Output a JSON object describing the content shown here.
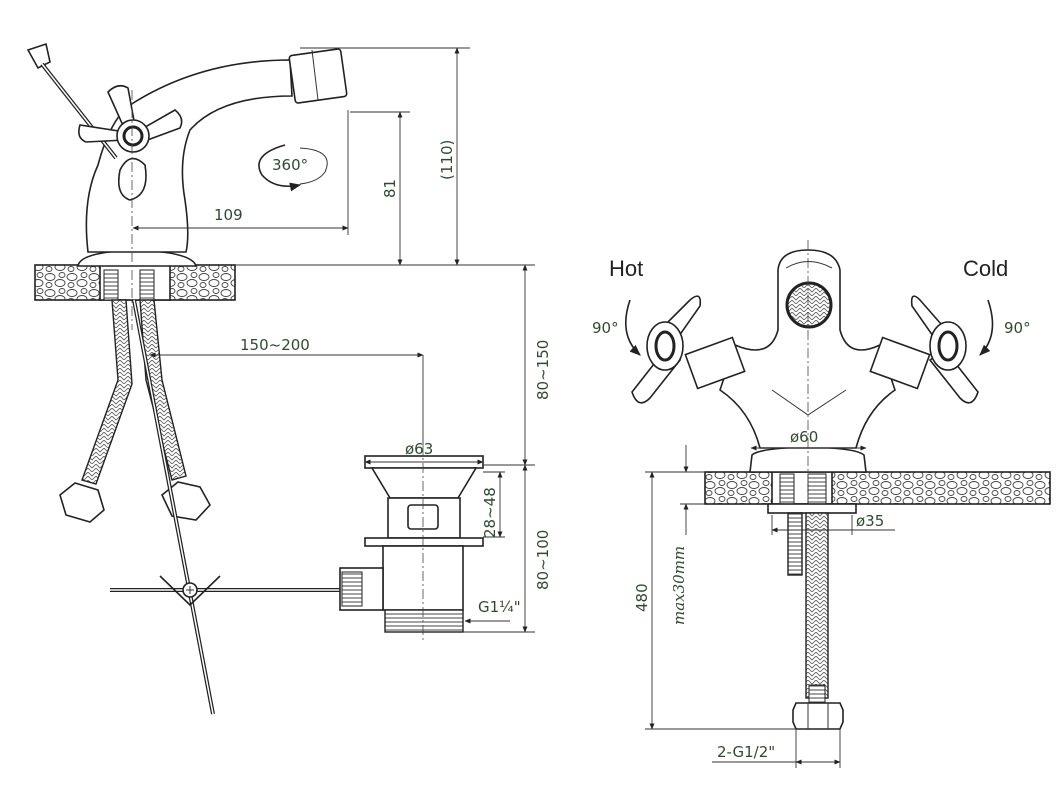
{
  "side_view": {
    "dim_height_total": "(110)",
    "dim_spout_height": "81",
    "dim_spout_reach": "109",
    "rotation": "360°",
    "dim_drain_offset": "150~200",
    "dim_counter_to_drain": "80~150",
    "dim_drain_diameter": "ø63",
    "dim_drain_thickness": "28~48",
    "dim_drain_length": "80~100",
    "drain_thread": "G1¼\""
  },
  "front_view": {
    "hot_label": "Hot",
    "cold_label": "Cold",
    "hot_rotation": "90°",
    "cold_rotation": "90°",
    "dim_base_diameter": "ø60",
    "dim_shank_diameter": "ø35",
    "dim_hose_length": "480",
    "dim_max_counter": "max30mm",
    "hose_thread": "2-G1/2\""
  }
}
